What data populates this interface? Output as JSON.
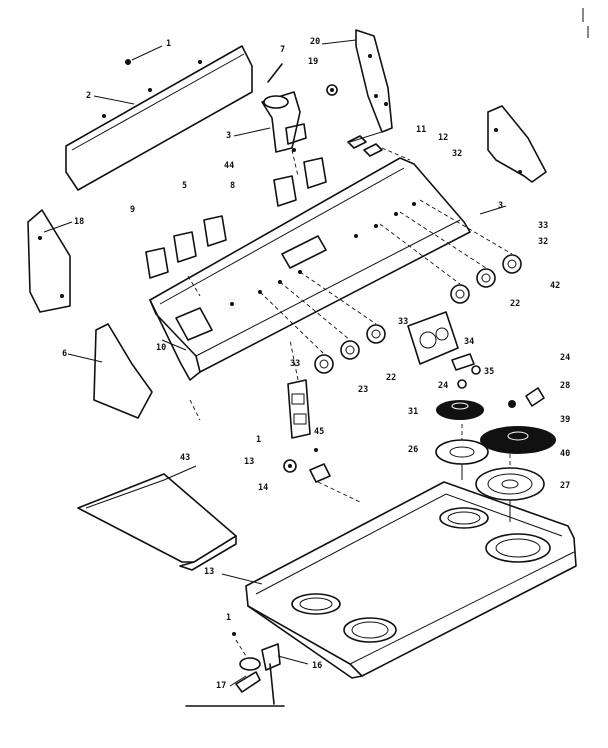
{
  "callouts": [
    {
      "id": "c-1a",
      "text": "1"
    },
    {
      "id": "c-2",
      "text": "2"
    },
    {
      "id": "c-7",
      "text": "7"
    },
    {
      "id": "c-20",
      "text": "20"
    },
    {
      "id": "c-19",
      "text": "19"
    },
    {
      "id": "c-3a",
      "text": "3"
    },
    {
      "id": "c-11",
      "text": "11"
    },
    {
      "id": "c-12",
      "text": "12"
    },
    {
      "id": "c-32a",
      "text": "32"
    },
    {
      "id": "c-44",
      "text": "44"
    },
    {
      "id": "c-8a",
      "text": "8"
    },
    {
      "id": "c-5",
      "text": "5"
    },
    {
      "id": "c-9",
      "text": "9"
    },
    {
      "id": "c-18",
      "text": "18"
    },
    {
      "id": "c-3b",
      "text": "3"
    },
    {
      "id": "c-33a",
      "text": "33"
    },
    {
      "id": "c-32b",
      "text": "32"
    },
    {
      "id": "c-42",
      "text": "42"
    },
    {
      "id": "c-22a",
      "text": "22"
    },
    {
      "id": "c-33b",
      "text": "33"
    },
    {
      "id": "c-34",
      "text": "34"
    },
    {
      "id": "c-10",
      "text": "10"
    },
    {
      "id": "c-33c",
      "text": "33"
    },
    {
      "id": "c-23",
      "text": "23"
    },
    {
      "id": "c-22b",
      "text": "22"
    },
    {
      "id": "c-6",
      "text": "6"
    },
    {
      "id": "c-35",
      "text": "35"
    },
    {
      "id": "c-24a",
      "text": "24"
    },
    {
      "id": "c-24b",
      "text": "24"
    },
    {
      "id": "c-28",
      "text": "28"
    },
    {
      "id": "c-31",
      "text": "31"
    },
    {
      "id": "c-39",
      "text": "39"
    },
    {
      "id": "c-45",
      "text": "45"
    },
    {
      "id": "c-1b",
      "text": "1"
    },
    {
      "id": "c-26",
      "text": "26"
    },
    {
      "id": "c-40",
      "text": "40"
    },
    {
      "id": "c-13a",
      "text": "13"
    },
    {
      "id": "c-14a",
      "text": "14"
    },
    {
      "id": "c-27",
      "text": "27"
    },
    {
      "id": "c-43",
      "text": "43"
    },
    {
      "id": "c-13b",
      "text": "13"
    },
    {
      "id": "c-1c",
      "text": "1"
    },
    {
      "id": "c-16",
      "text": "16"
    },
    {
      "id": "c-17",
      "text": "17"
    }
  ]
}
